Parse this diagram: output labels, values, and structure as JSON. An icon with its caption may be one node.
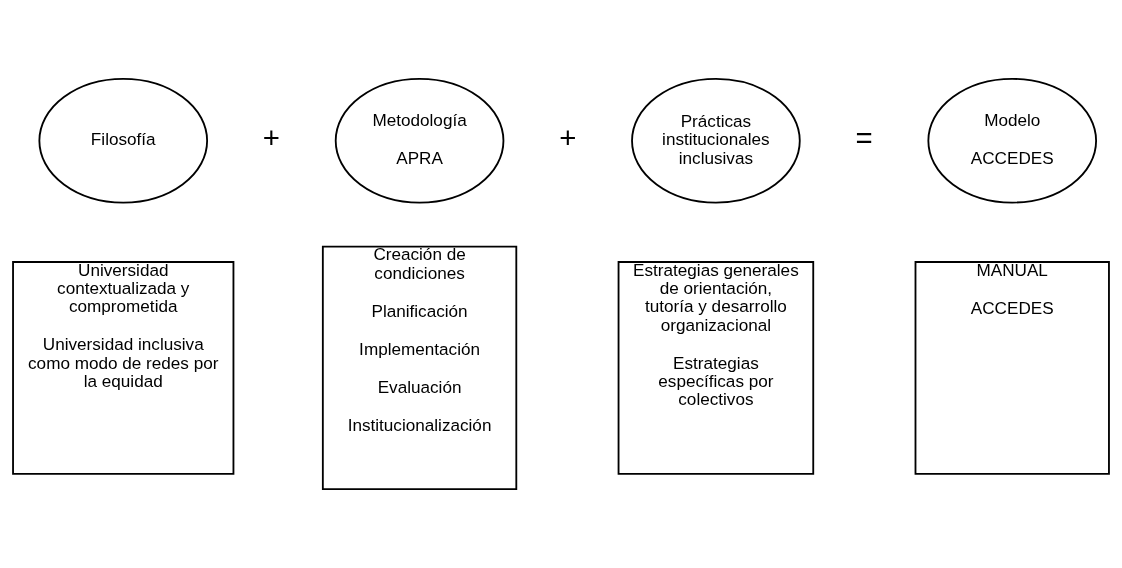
{
  "diagram": {
    "nodes": [
      {
        "text": [
          "Filosofía"
        ]
      },
      {
        "text": [
          "Metodología",
          "APRA"
        ]
      },
      {
        "text": [
          "Prácticas institucionales inclusivas"
        ]
      },
      {
        "text": [
          "Modelo",
          "ACCEDES"
        ]
      },
      {
        "text": [
          "Universidad contextualizada y comprometida",
          "Universidad inclusiva como modo de redes por la equidad"
        ]
      },
      {
        "text": [
          "Creación de condiciones",
          "Planificación",
          "Implementación",
          "Evaluación",
          "Institucionalización"
        ]
      },
      {
        "text": [
          "Estrategias generales de orientación, tutoría y desarrollo organizacional",
          "Estrategias específicas por colectivos"
        ]
      },
      {
        "text": [
          "MANUAL",
          "ACCEDES"
        ]
      }
    ],
    "labels": [
      "+",
      "+",
      "="
    ]
  }
}
